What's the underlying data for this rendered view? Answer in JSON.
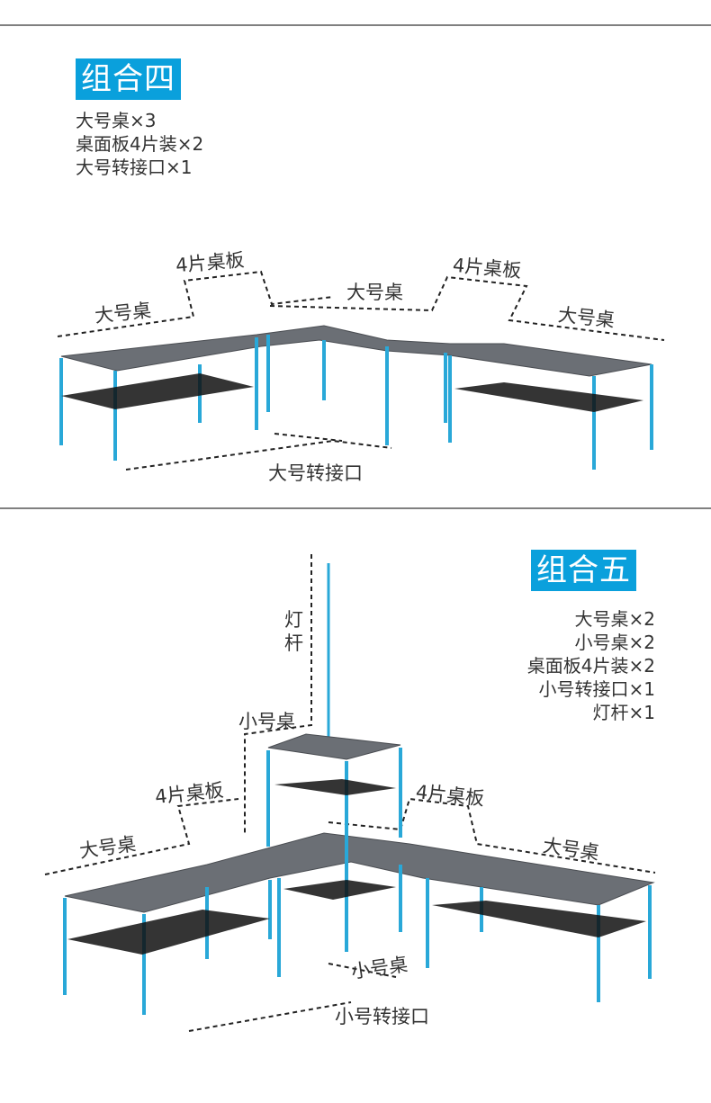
{
  "combo4": {
    "title": "组合四",
    "items": [
      "大号桌×3",
      "桌面板4片装×2",
      "大号转接口×1"
    ],
    "labels": {
      "panel_left": "4片桌板",
      "table_left": "大号桌",
      "table_middle": "大号桌",
      "panel_right": "4片桌板",
      "table_right": "大号桌",
      "adapter": "大号转接口"
    }
  },
  "combo5": {
    "title": "组合五",
    "items": [
      "大号桌×2",
      "小号桌×2",
      "桌面板4片装×2",
      "小号转接口×1",
      "灯杆×1"
    ],
    "labels": {
      "lamp_pole": "灯杆",
      "small_table_top": "小号桌",
      "panel_left": "4片桌板",
      "table_left": "大号桌",
      "panel_right": "4片桌板",
      "table_right": "大号桌",
      "small_table_bottom": "小号桌",
      "adapter": "小号转接口"
    }
  },
  "colors": {
    "accent": "#0aa0dc",
    "leg": "#29a8d8",
    "top": "#6b6f75"
  }
}
